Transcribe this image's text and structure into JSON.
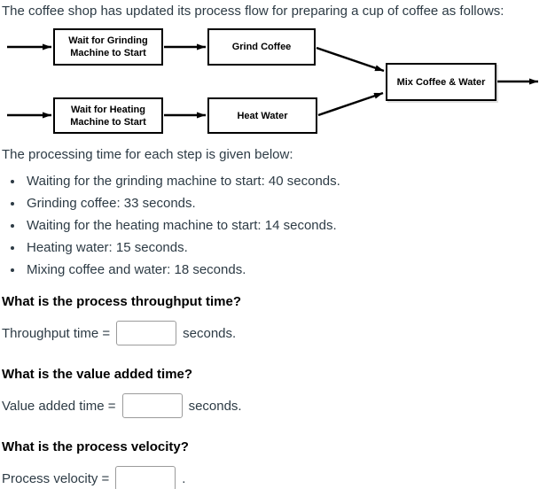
{
  "intro": "The coffee shop has updated its process flow for preparing a cup of coffee as follows:",
  "diagram": {
    "boxes": [
      {
        "label": "Wait for Grinding Machine to Start"
      },
      {
        "label": "Grind Coffee"
      },
      {
        "label": "Wait for Heating Machine to Start"
      },
      {
        "label": "Heat Water"
      },
      {
        "label": "Mix Coffee & Water"
      }
    ]
  },
  "processing_intro": "The processing time for each step is given below:",
  "bullets": [
    "Waiting for the grinding machine to start: 40 seconds.",
    "Grinding coffee: 33 seconds.",
    "Waiting for the heating machine to start: 14 seconds.",
    "Heating water: 15 seconds.",
    "Mixing coffee and water: 18 seconds."
  ],
  "questions": [
    {
      "heading": "What is the process throughput time?",
      "label": "Throughput time =",
      "suffix": "seconds.",
      "value": ""
    },
    {
      "heading": "What is the value added time?",
      "label": "Value added time =",
      "suffix": "seconds.",
      "value": ""
    },
    {
      "heading": "What is the process velocity?",
      "label": "Process velocity =",
      "suffix": ".",
      "value": ""
    }
  ],
  "colors": {
    "body_text": "#2d3b45",
    "heading_text": "#000000",
    "box_border": "#000000",
    "input_border": "#9b9b9b"
  }
}
